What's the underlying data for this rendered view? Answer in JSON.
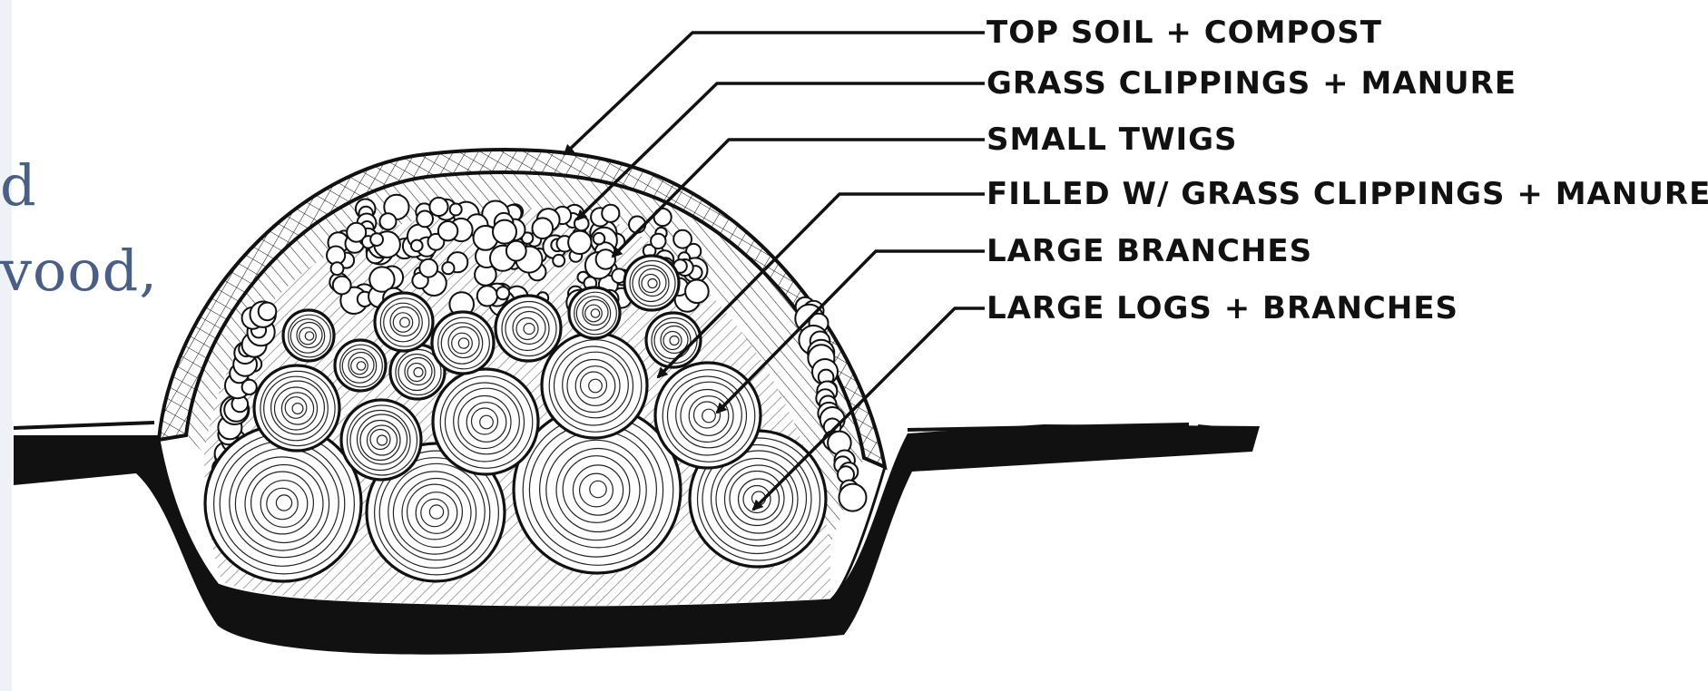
{
  "background_text": {
    "line1": "d",
    "line2": "vood,"
  },
  "layers": [
    {
      "id": "top-soil",
      "label": "TOP SOIL + COMPOST"
    },
    {
      "id": "grass-manure",
      "label": "GRASS CLIPPINGS + MANURE"
    },
    {
      "id": "small-twigs",
      "label": "SMALL TWIGS"
    },
    {
      "id": "filled",
      "label": "FILLED W/ GRASS CLIPPINGS + MANURE"
    },
    {
      "id": "large-branches",
      "label": "LARGE BRANCHES"
    },
    {
      "id": "large-logs",
      "label": "LARGE LOGS + BRANCHES"
    }
  ],
  "colors": {
    "ink": "#111111",
    "page": "#ffffff",
    "slide_text": "#4a5f86",
    "slide_strip": "#eef1f6"
  }
}
